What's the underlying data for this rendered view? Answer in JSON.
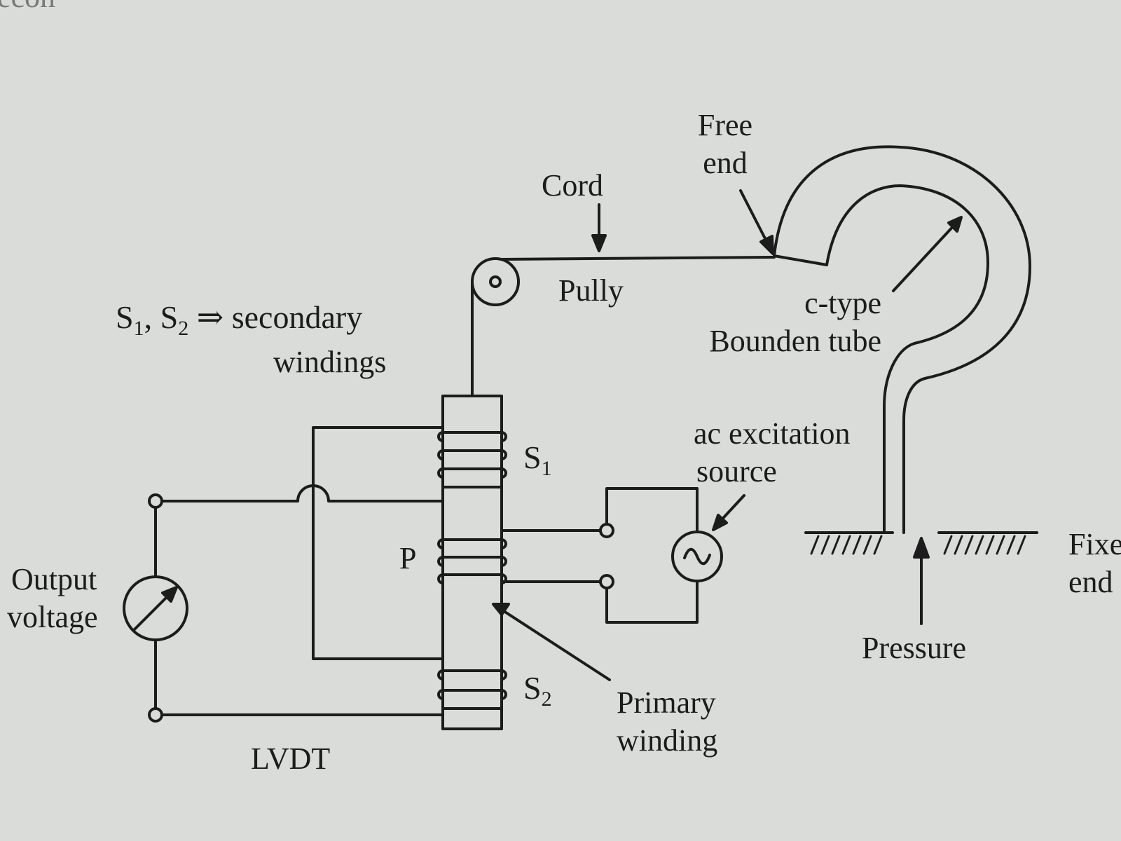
{
  "corner_text": "econ",
  "labels": {
    "free_end": [
      "Free",
      "end"
    ],
    "cord": "Cord",
    "pully": "Pully",
    "legend_line2": "windings",
    "c_type": [
      "c-type",
      "Bounden tube"
    ],
    "ac_source": [
      "ac excitation",
      "source"
    ],
    "fixed_end": [
      "Fixe",
      "end"
    ],
    "output_voltage": [
      "Output",
      "voltage"
    ],
    "primary_winding": [
      "Primary",
      "winding"
    ],
    "pressure": "Pressure",
    "lvdt": "LVDT",
    "p": "P"
  },
  "legend": {
    "s1_letter": "S",
    "s1_sub": "1",
    "comma": ",",
    "s2_letter": "S",
    "s2_sub": "2",
    "arrow": "⇒",
    "text": "secondary"
  },
  "windings": {
    "s1_letter": "S",
    "s1_sub": "1",
    "s2_letter": "S",
    "s2_sub": "2"
  },
  "icons": {
    "ac_source": "sine-wave-icon",
    "meter": "voltmeter-icon",
    "pulley": "pulley-icon"
  },
  "colors": {
    "paper": "#d9dcd8",
    "ink": "#1c1c1c"
  }
}
